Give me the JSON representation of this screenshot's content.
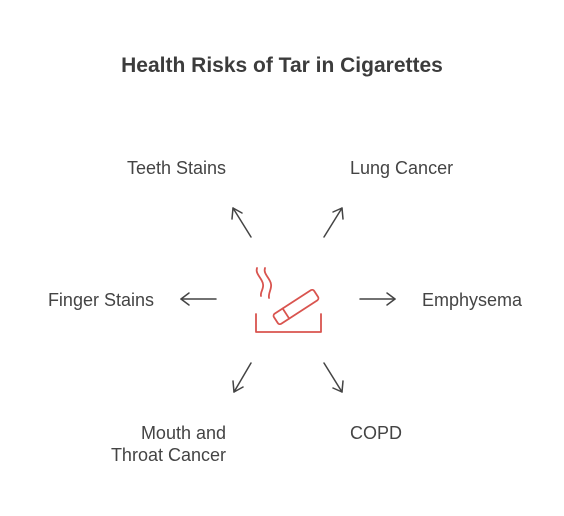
{
  "title": "Health Risks of Tar in Cigarettes",
  "center_icon": "cigarette-icon",
  "colors": {
    "icon": "#d9544f",
    "arrow": "#444444",
    "text": "#444444"
  },
  "risks": {
    "teeth_stains": "Teeth Stains",
    "lung_cancer": "Lung Cancer",
    "finger_stains": "Finger Stains",
    "emphysema": "Emphysema",
    "mouth_throat_line1": "Mouth and",
    "mouth_throat_line2": "Throat Cancer",
    "copd": "COPD"
  }
}
